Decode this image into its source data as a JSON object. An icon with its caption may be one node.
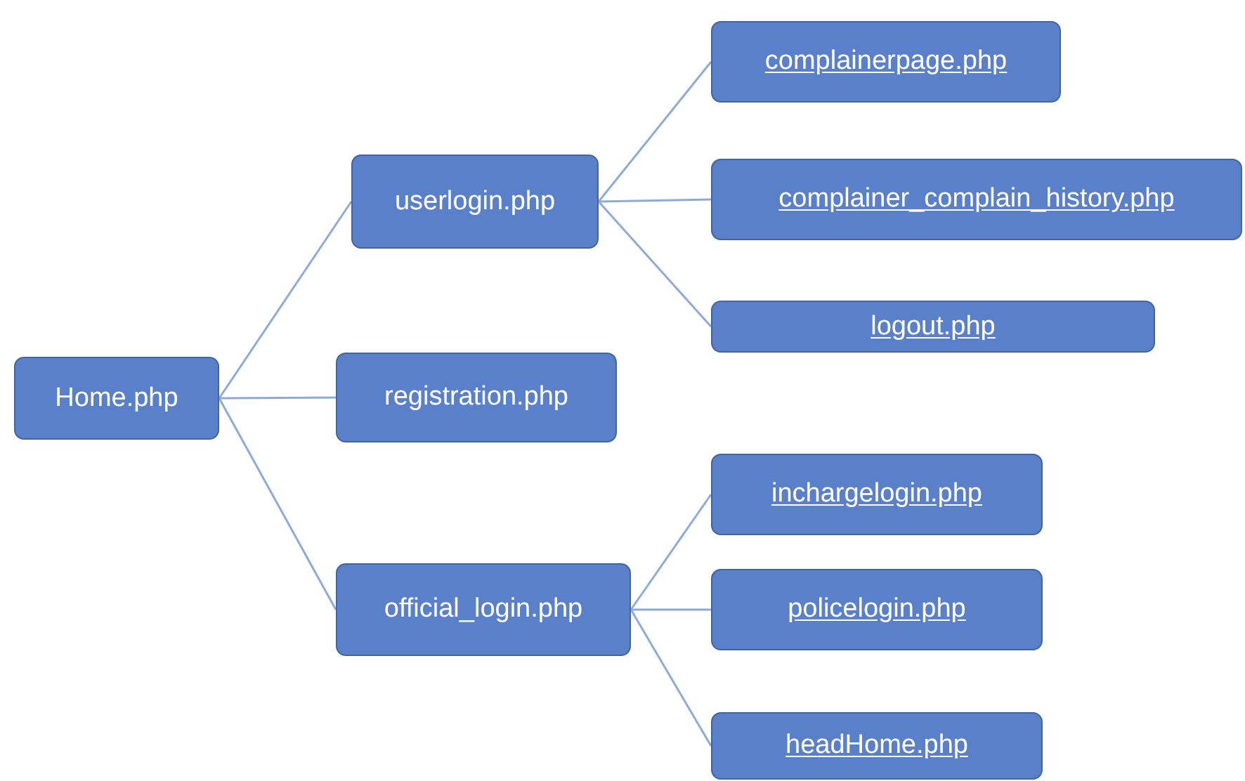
{
  "diagram": {
    "nodes": [
      {
        "text": [
          "Home.php"
        ]
      },
      {
        "text": [
          "userlogin.php"
        ]
      },
      {
        "text": [
          "registration.php"
        ]
      },
      {
        "text": [
          "official_login.php"
        ]
      },
      {
        "text": [
          "complainerpage.php"
        ]
      },
      {
        "text": [
          "complainer_complain_history.php"
        ]
      },
      {
        "text": [
          "logout.php"
        ]
      },
      {
        "text": [
          "inchargelogin.php"
        ]
      },
      {
        "text": [
          "policelogin.php"
        ]
      },
      {
        "text": [
          "headHome.php"
        ]
      }
    ],
    "edges": [
      {
        "from": 0,
        "to": 1,
        "arrow": "none"
      },
      {
        "from": 0,
        "to": 2,
        "arrow": "none"
      },
      {
        "from": 0,
        "to": 3,
        "arrow": "none"
      },
      {
        "from": 1,
        "to": 4,
        "arrow": "none"
      },
      {
        "from": 1,
        "to": 5,
        "arrow": "none"
      },
      {
        "from": 1,
        "to": 6,
        "arrow": "none"
      },
      {
        "from": 3,
        "to": 7,
        "arrow": "none"
      },
      {
        "from": 3,
        "to": 8,
        "arrow": "none"
      },
      {
        "from": 3,
        "to": 9,
        "arrow": "none"
      }
    ]
  }
}
